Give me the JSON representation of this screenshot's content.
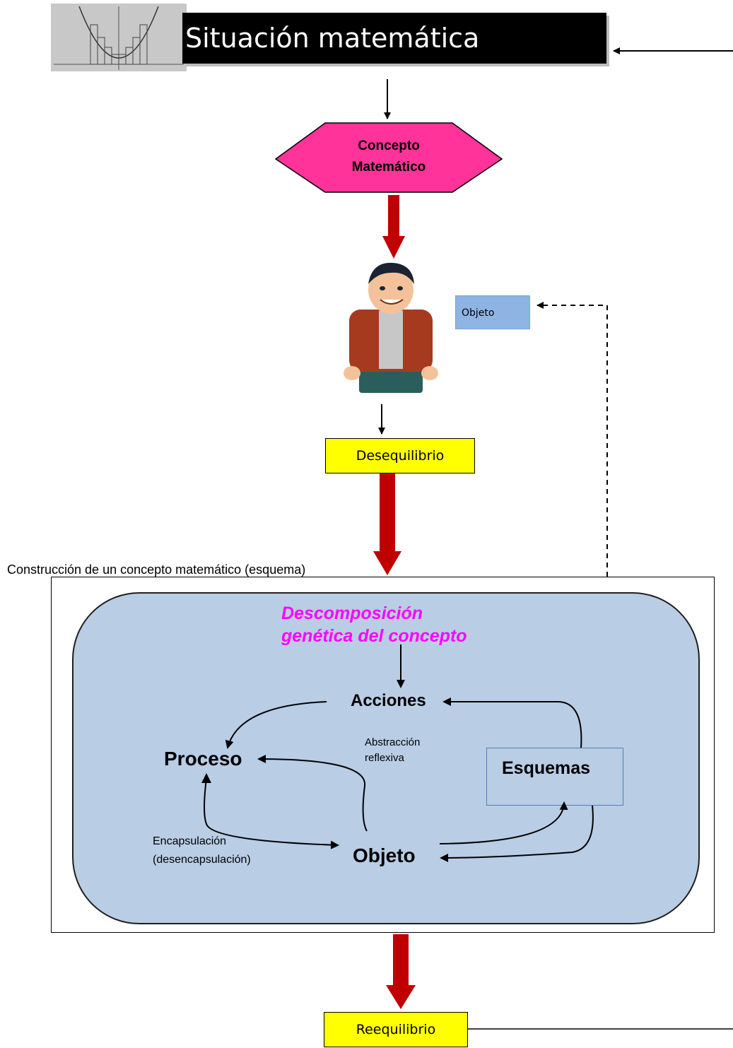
{
  "title": {
    "text": "Situación matemática"
  },
  "concept": {
    "line1": "Concepto",
    "line2": "Matemático",
    "color": "#ff3399"
  },
  "desequilibrio": {
    "label": "Desequilibrio"
  },
  "reequilibrio": {
    "label": "Reequilibrio"
  },
  "objeto_box": {
    "label": "Objeto"
  },
  "construction_caption": "Construcción de un concepto matemático  (esquema)",
  "decomposition": {
    "line1": "Descomposición",
    "line2": "genética del concepto"
  },
  "nodes": {
    "acciones": "Acciones",
    "proceso": "Proceso",
    "objeto": "Objeto",
    "esquemas": "Esquemas"
  },
  "annotations": {
    "abstraccion_line1": "Abstracción",
    "abstraccion_line2": "reflexiva",
    "encapsulacion_line1": "Encapsulación",
    "encapsulacion_line2": "(desencapsulación)"
  },
  "colors": {
    "thick_arrow": "#c00000",
    "panel": "#b9cde5",
    "highlight_text": "#ff00ff",
    "yellow_box": "#ffff00",
    "small_box": "#8eb4e3"
  }
}
